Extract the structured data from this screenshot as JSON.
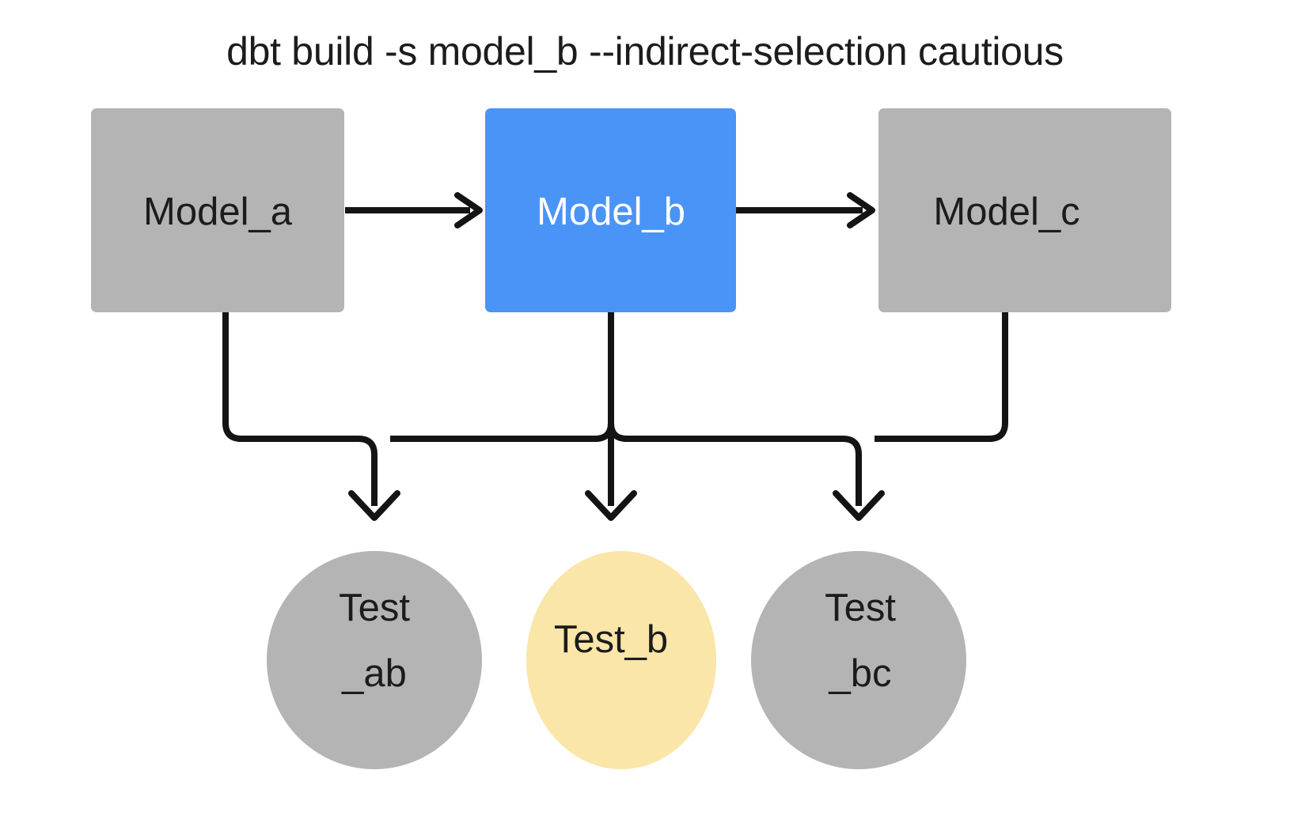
{
  "diagram": {
    "title": "dbt build -s model_b --indirect-selection cautious",
    "colors": {
      "background": "#ffffff",
      "node_gray": "#b4b4b4",
      "node_selected_blue": "#4a94f8",
      "node_highlight_yellow": "#f9e6a8",
      "edge_black": "#141414",
      "text_dark": "#1c1c1c",
      "text_light": "#ffffff"
    },
    "models": [
      {
        "id": "model_a",
        "label": "Model_a",
        "fill": "#b4b4b4",
        "text_color": "#1c1c1c",
        "selected": false
      },
      {
        "id": "model_b",
        "label": "Model_b",
        "fill": "#4a94f8",
        "text_color": "#ffffff",
        "selected": true
      },
      {
        "id": "model_c",
        "label": "Model_c",
        "fill": "#b4b4b4",
        "text_color": "#1c1c1c",
        "selected": false
      }
    ],
    "tests": [
      {
        "id": "test_ab",
        "label_line1": "Test",
        "label_line2": "_ab",
        "label": "Test_ab",
        "fill": "#b4b4b4",
        "text_color": "#1c1c1c",
        "selected": false
      },
      {
        "id": "test_b",
        "label_line1": "Test_b",
        "label_line2": "",
        "label": "Test_b",
        "fill": "#f9e6a8",
        "text_color": "#1c1c1c",
        "selected": true
      },
      {
        "id": "test_bc",
        "label_line1": "Test",
        "label_line2": "_bc",
        "label": "Test_bc",
        "fill": "#b4b4b4",
        "text_color": "#1c1c1c",
        "selected": false
      }
    ],
    "edges": [
      {
        "from": "model_a",
        "to": "model_b"
      },
      {
        "from": "model_b",
        "to": "model_c"
      },
      {
        "from": "model_a",
        "to": "test_ab"
      },
      {
        "from": "model_b",
        "to": "test_ab"
      },
      {
        "from": "model_b",
        "to": "test_b"
      },
      {
        "from": "model_b",
        "to": "test_bc"
      },
      {
        "from": "model_c",
        "to": "test_bc"
      }
    ]
  }
}
